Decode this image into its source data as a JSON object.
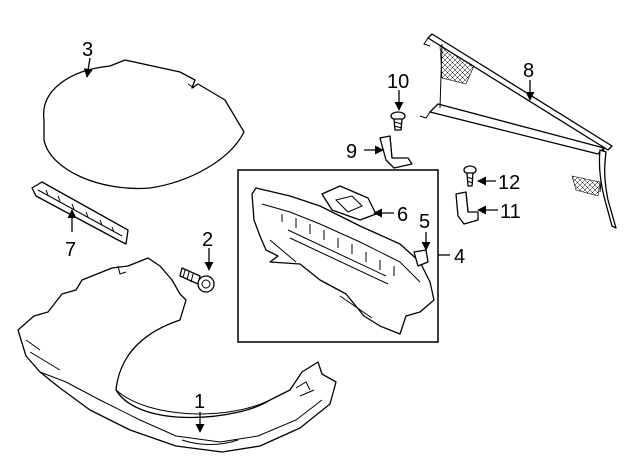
{
  "diagram": {
    "callouts": [
      {
        "id": "1",
        "label": "1",
        "part": "trunk-floor-trim"
      },
      {
        "id": "2",
        "label": "2",
        "part": "bolt"
      },
      {
        "id": "3",
        "label": "3",
        "part": "floor-mat"
      },
      {
        "id": "4",
        "label": "4",
        "part": "rear-sill-trim-assembly"
      },
      {
        "id": "5",
        "label": "5",
        "part": "clip"
      },
      {
        "id": "6",
        "label": "6",
        "part": "striker-cover"
      },
      {
        "id": "7",
        "label": "7",
        "part": "weatherstrip-trim"
      },
      {
        "id": "8",
        "label": "8",
        "part": "cargo-net"
      },
      {
        "id": "9",
        "label": "9",
        "part": "bracket"
      },
      {
        "id": "10",
        "label": "10",
        "part": "screw"
      },
      {
        "id": "11",
        "label": "11",
        "part": "bracket"
      },
      {
        "id": "12",
        "label": "12",
        "part": "screw"
      }
    ]
  }
}
